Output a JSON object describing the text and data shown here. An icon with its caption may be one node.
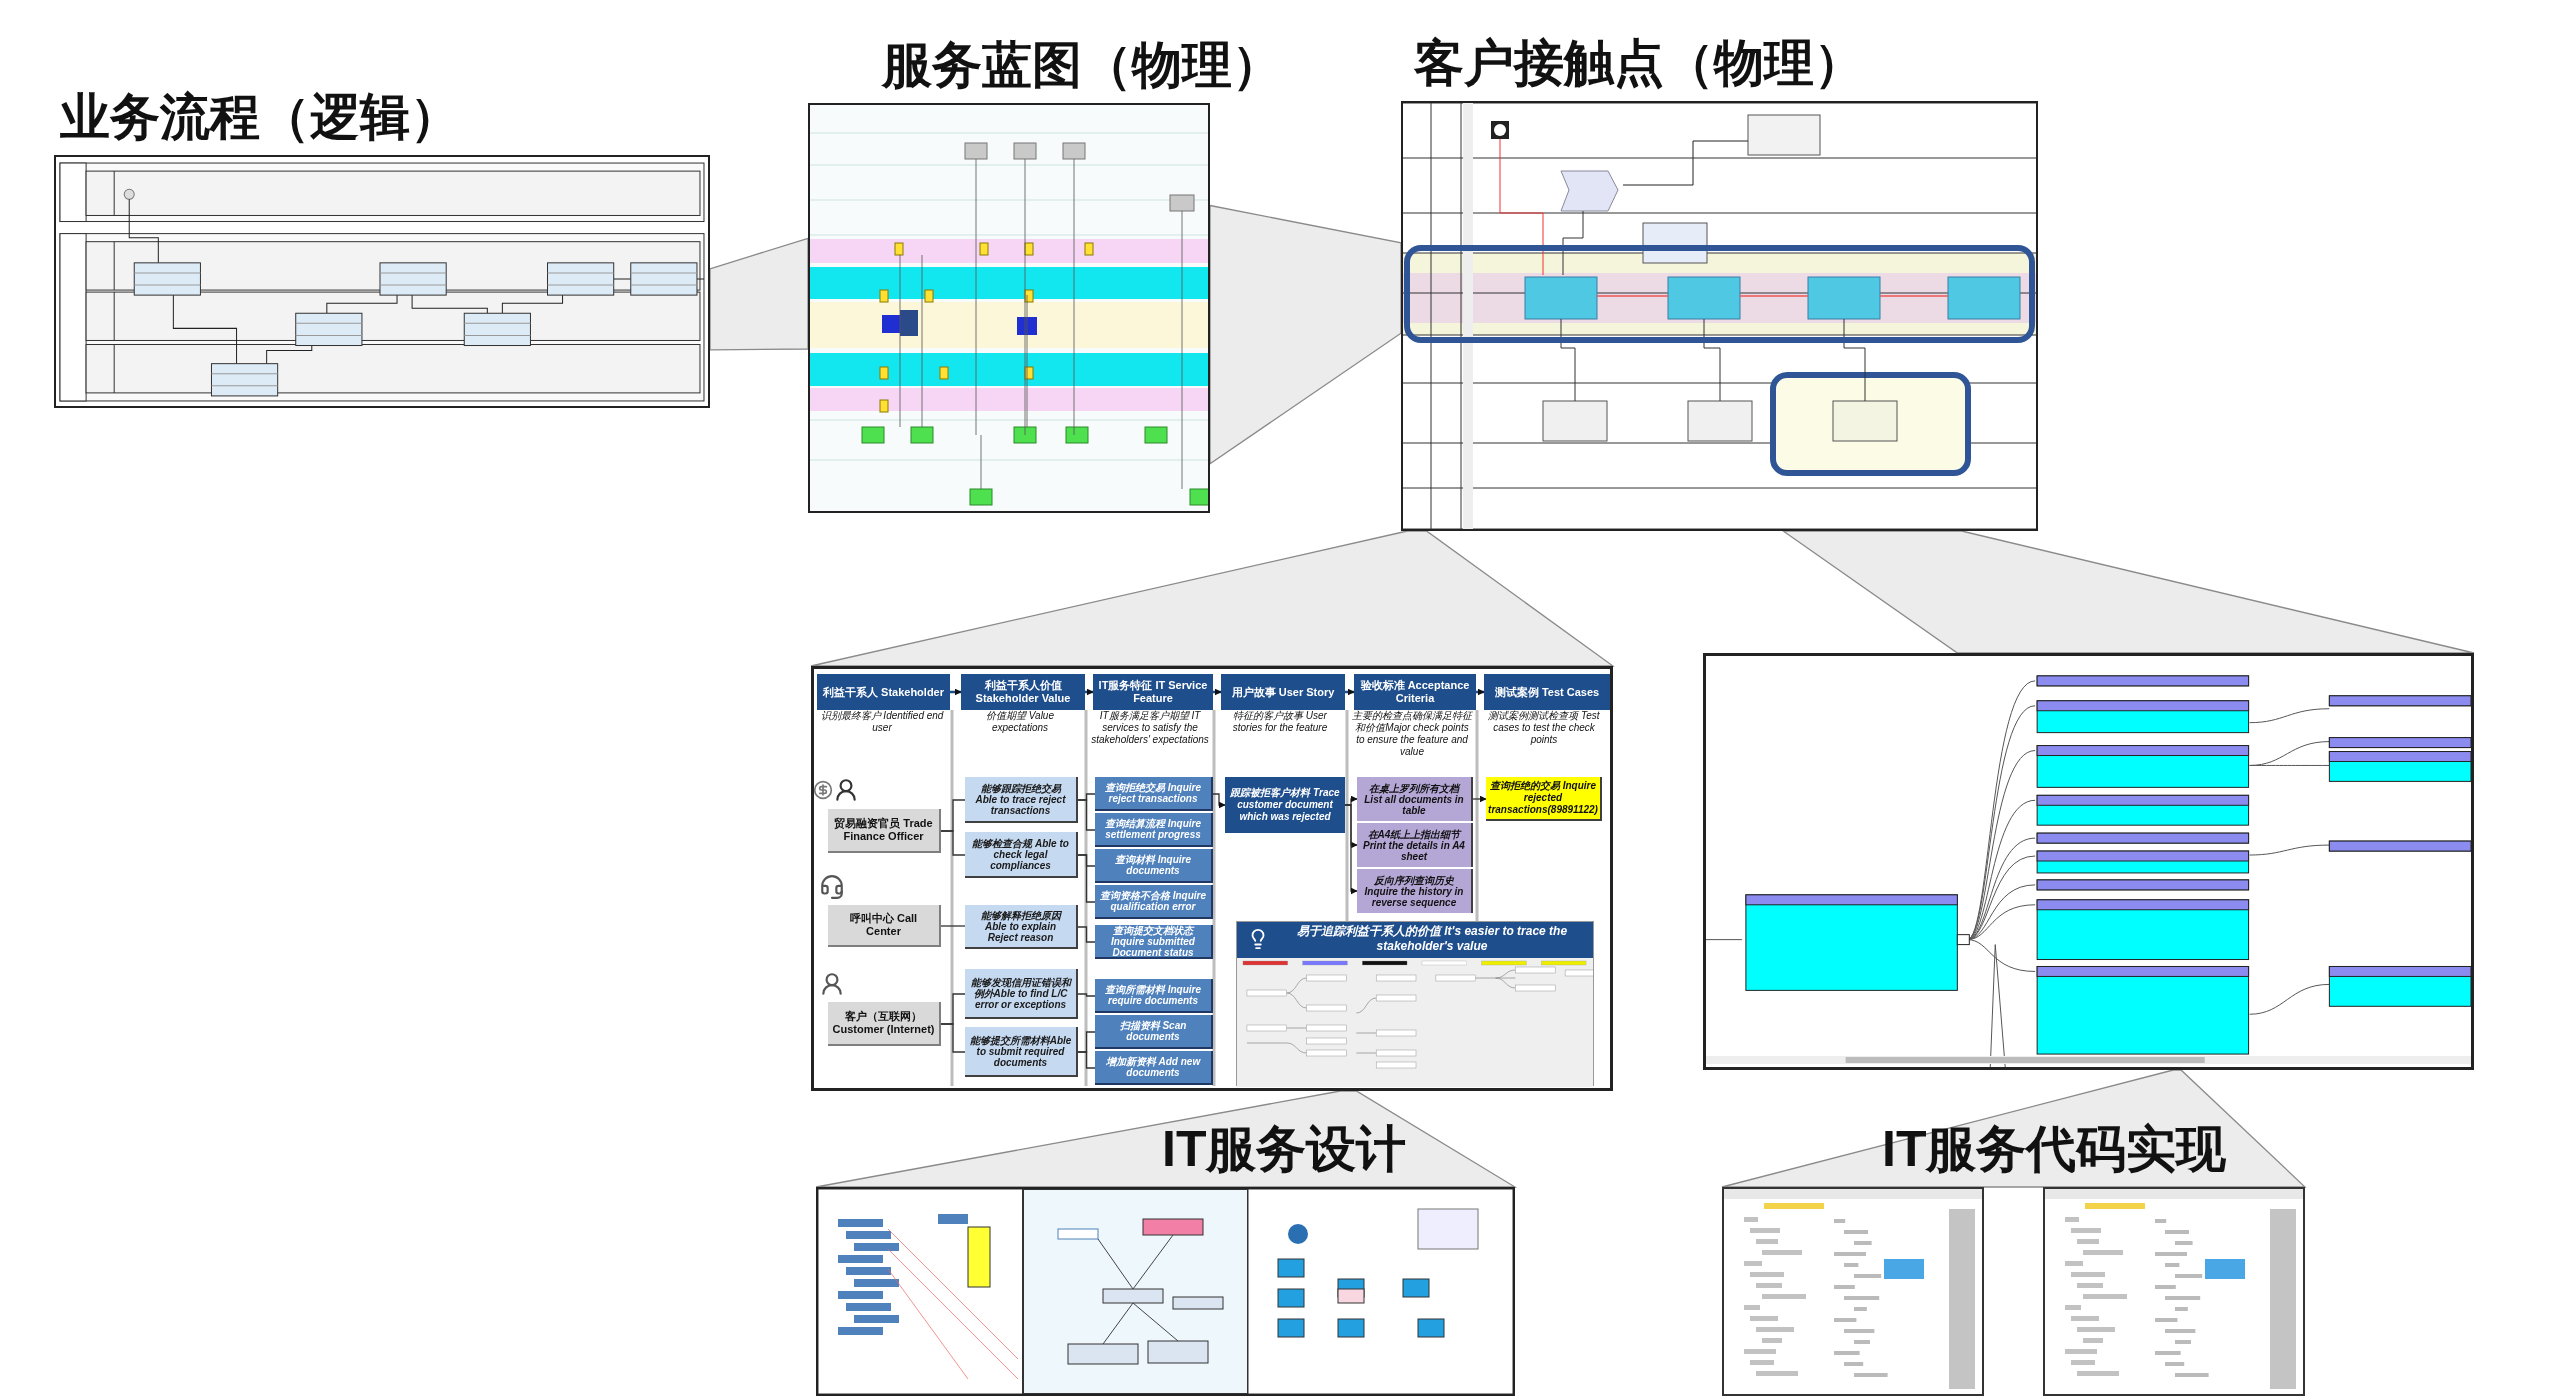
{
  "diagram": {
    "nodes": [
      {
        "text": [
          "业务流程（逻辑）"
        ]
      },
      {
        "text": [
          "服务蓝图（物理）"
        ]
      },
      {
        "text": [
          "客户接触点（物理）"
        ]
      },
      {
        "text": [],
        "shape": "box"
      },
      {
        "text": [
          "利益干系人 Stakeholder"
        ],
        "in": 3
      },
      {
        "text": [
          "利益干系人价值 Stakeholder Value"
        ],
        "in": 3
      },
      {
        "text": [
          "IT服务特征 IT Service Feature"
        ],
        "in": 3
      },
      {
        "text": [
          "用户故事 User Story"
        ],
        "in": 3
      },
      {
        "text": [
          "验收标准 Acceptance Criteria"
        ],
        "in": 3
      },
      {
        "text": [
          "测试案例 Test Cases"
        ],
        "in": 3
      },
      {
        "text": [
          "贸易融资官员 Trade Finance Officer"
        ],
        "in": 3
      },
      {
        "text": [
          "呼叫中心 Call Center"
        ],
        "in": 3
      },
      {
        "text": [
          "客户（互联网） Customer (Internet)"
        ],
        "in": 3
      },
      {
        "text": [
          "能够跟踪拒绝交易 Able to trace reject transactions"
        ],
        "in": 3
      },
      {
        "text": [
          "能够检查合规 Able to check legal compliances"
        ],
        "in": 3
      },
      {
        "text": [
          "能够解释拒绝原因 Able to explain Reject reason"
        ],
        "in": 3
      },
      {
        "text": [
          "能够发现信用证错误和例外Able to find L/C error or exceptions"
        ],
        "in": 3
      },
      {
        "text": [
          "能够提交所需材料Able to submit required documents"
        ],
        "in": 3
      },
      {
        "text": [
          "查询拒绝交易 Inquire reject transactions"
        ],
        "in": 3
      },
      {
        "text": [
          "查询结算流程 Inquire settlement progress"
        ],
        "in": 3
      },
      {
        "text": [
          "查询材料 Inquire documents"
        ],
        "in": 3
      },
      {
        "text": [
          "查询资格不合格 Inquire qualification error"
        ],
        "in": 3
      },
      {
        "text": [
          "查询提交文档状态 Inquire submitted Document status"
        ],
        "in": 3
      },
      {
        "text": [
          "查询所需材料 Inquire require documents"
        ],
        "in": 3
      },
      {
        "text": [
          "扫描资料 Scan documents"
        ],
        "in": 3
      },
      {
        "text": [
          "增加新资料 Add new documents"
        ],
        "in": 3
      },
      {
        "text": [
          "跟踪被拒客户材料 Trace customer document which was rejected"
        ],
        "in": 3
      },
      {
        "text": [
          "在桌上罗列所有文档 List all documents in table"
        ],
        "in": 3
      },
      {
        "text": [
          "在A4纸上上指出细节 Print the details in A4 sheet"
        ],
        "in": 3
      },
      {
        "text": [
          "反向序列查询历史 Inquire the history in reverse sequence"
        ],
        "in": 3
      },
      {
        "text": [
          "查询拒绝的交易 Inquire rejected transactions(89891122)"
        ],
        "in": 3
      },
      {
        "text": [
          "易于追踪利益干系人的价值 It's easier to trace the stakeholder's value"
        ],
        "in": 3
      },
      {
        "text": [],
        "shape": "picture"
      },
      {
        "text": [
          "IT服务设计"
        ]
      },
      {
        "text": [
          "IT服务代码实现"
        ]
      }
    ],
    "edges": [
      {
        "from": 0,
        "to": 1,
        "arrow": "none"
      },
      {
        "from": 1,
        "to": 2,
        "arrow": "none"
      },
      {
        "from": 2,
        "to": 3,
        "arrow": "none"
      },
      {
        "from": 2,
        "to": 32,
        "arrow": "none"
      },
      {
        "from": 3,
        "to": 33,
        "arrow": "none"
      },
      {
        "from": 32,
        "to": 34,
        "arrow": "none"
      },
      {
        "from": 4,
        "to": 5,
        "arrow": "to"
      },
      {
        "from": 5,
        "to": 6,
        "arrow": "to"
      },
      {
        "from": 6,
        "to": 7,
        "arrow": "to"
      },
      {
        "from": 7,
        "to": 8,
        "arrow": "to"
      },
      {
        "from": 8,
        "to": 9,
        "arrow": "to"
      },
      {
        "from": 10,
        "to": 13,
        "arrow": "none"
      },
      {
        "from": 10,
        "to": 14,
        "arrow": "none"
      },
      {
        "from": 11,
        "to": 15,
        "arrow": "none"
      },
      {
        "from": 12,
        "to": 16,
        "arrow": "none"
      },
      {
        "from": 12,
        "to": 17,
        "arrow": "none"
      },
      {
        "from": 13,
        "to": 18,
        "arrow": "none"
      },
      {
        "from": 13,
        "to": 19,
        "arrow": "none"
      },
      {
        "from": 14,
        "to": 20,
        "arrow": "none"
      },
      {
        "from": 14,
        "to": 21,
        "arrow": "none"
      },
      {
        "from": 15,
        "to": 22,
        "arrow": "none"
      },
      {
        "from": 16,
        "to": 23,
        "arrow": "none"
      },
      {
        "from": 17,
        "to": 24,
        "arrow": "none"
      },
      {
        "from": 17,
        "to": 25,
        "arrow": "none"
      },
      {
        "from": 18,
        "to": 26,
        "arrow": "to"
      },
      {
        "from": 26,
        "to": 27,
        "arrow": "to"
      },
      {
        "from": 26,
        "to": 28,
        "arrow": "to"
      },
      {
        "from": 26,
        "to": 29,
        "arrow": "to"
      },
      {
        "from": 27,
        "to": 30,
        "arrow": "to"
      }
    ],
    "labels": [
      "识别最终客户 Identified end user",
      "价值期望 Value expectations",
      "IT服务满足客户期望 IT services to satisfy the stakeholders' expectations",
      "特征的客户故事 User stories for the feature",
      "主要的检查点确保满足特征和价值Major check points to ensure the feature and value",
      "测试案例测试检查项 Test cases to test the check points"
    ]
  }
}
